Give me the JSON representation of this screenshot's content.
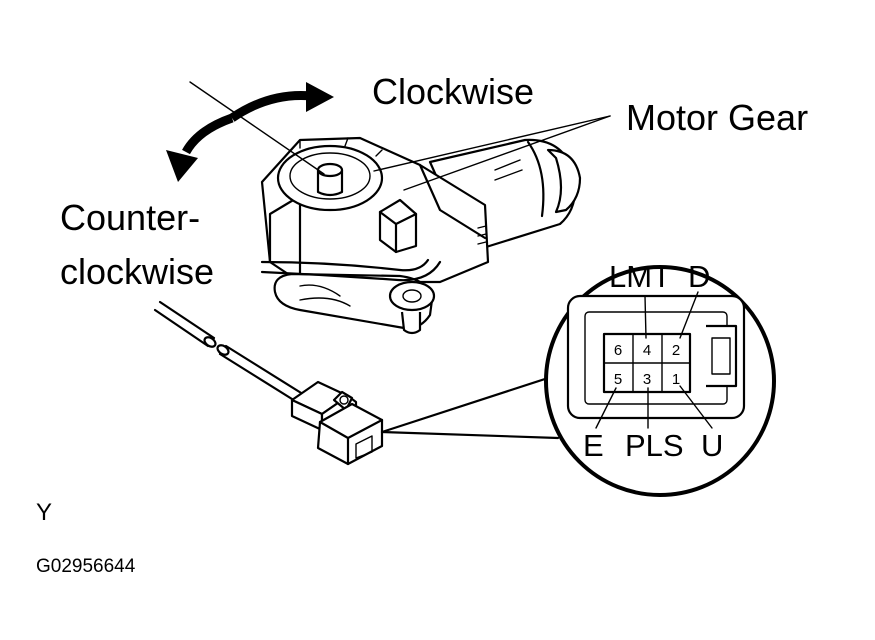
{
  "labels": {
    "clockwise": "Clockwise",
    "motor_gear": "Motor Gear",
    "counter_line1": "Counter-",
    "counter_line2": "clockwise"
  },
  "connector": {
    "pin_names": {
      "lmt": "LMT",
      "d": "D",
      "e": "E",
      "pls": "PLS",
      "u": "U"
    },
    "pins_top": [
      "6",
      "4",
      "2"
    ],
    "pins_bottom": [
      "5",
      "3",
      "1"
    ]
  },
  "figure_ref": "Y",
  "figure_code": "G02956644"
}
